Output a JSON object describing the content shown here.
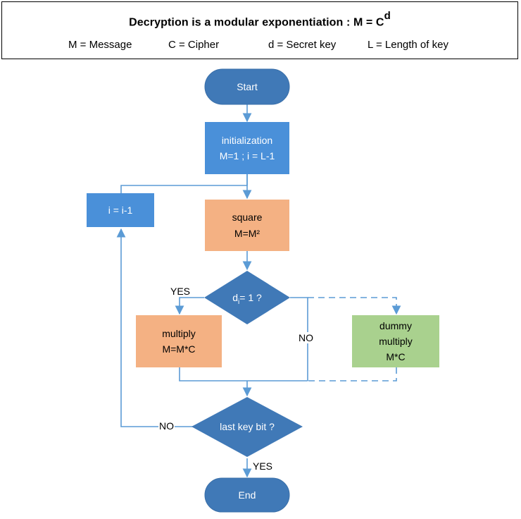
{
  "header": {
    "title": "Decryption is a modular exponentiation : M = C",
    "title_exponent": "d",
    "legend": [
      "M = Message",
      "C = Cipher",
      "d = Secret key",
      "L = Length of key"
    ]
  },
  "nodes": {
    "start": "Start",
    "init_line1": "initialization",
    "init_line2": "M=1 ; i = L-1",
    "decrement": "i = i-1",
    "square_line1": "square",
    "square_line2": "M=M²",
    "bit_check_d": "d",
    "bit_check_sub": "i",
    "bit_check_rest": "= 1 ?",
    "multiply_line1": "multiply",
    "multiply_line2": "M=M*C",
    "dummy_line1": "dummy",
    "dummy_line2": "multiply",
    "dummy_line3": "M*C",
    "last_bit": "last key bit ?",
    "end": "End"
  },
  "edge_labels": {
    "bit_yes": "YES",
    "bit_no": "NO",
    "last_no": "NO",
    "last_yes": "YES"
  },
  "colors": {
    "blue": "#4a90d9",
    "dark_blue": "#4079b7",
    "orange": "#f4b183",
    "green": "#a9d18e",
    "line": "#5b9bd5"
  }
}
